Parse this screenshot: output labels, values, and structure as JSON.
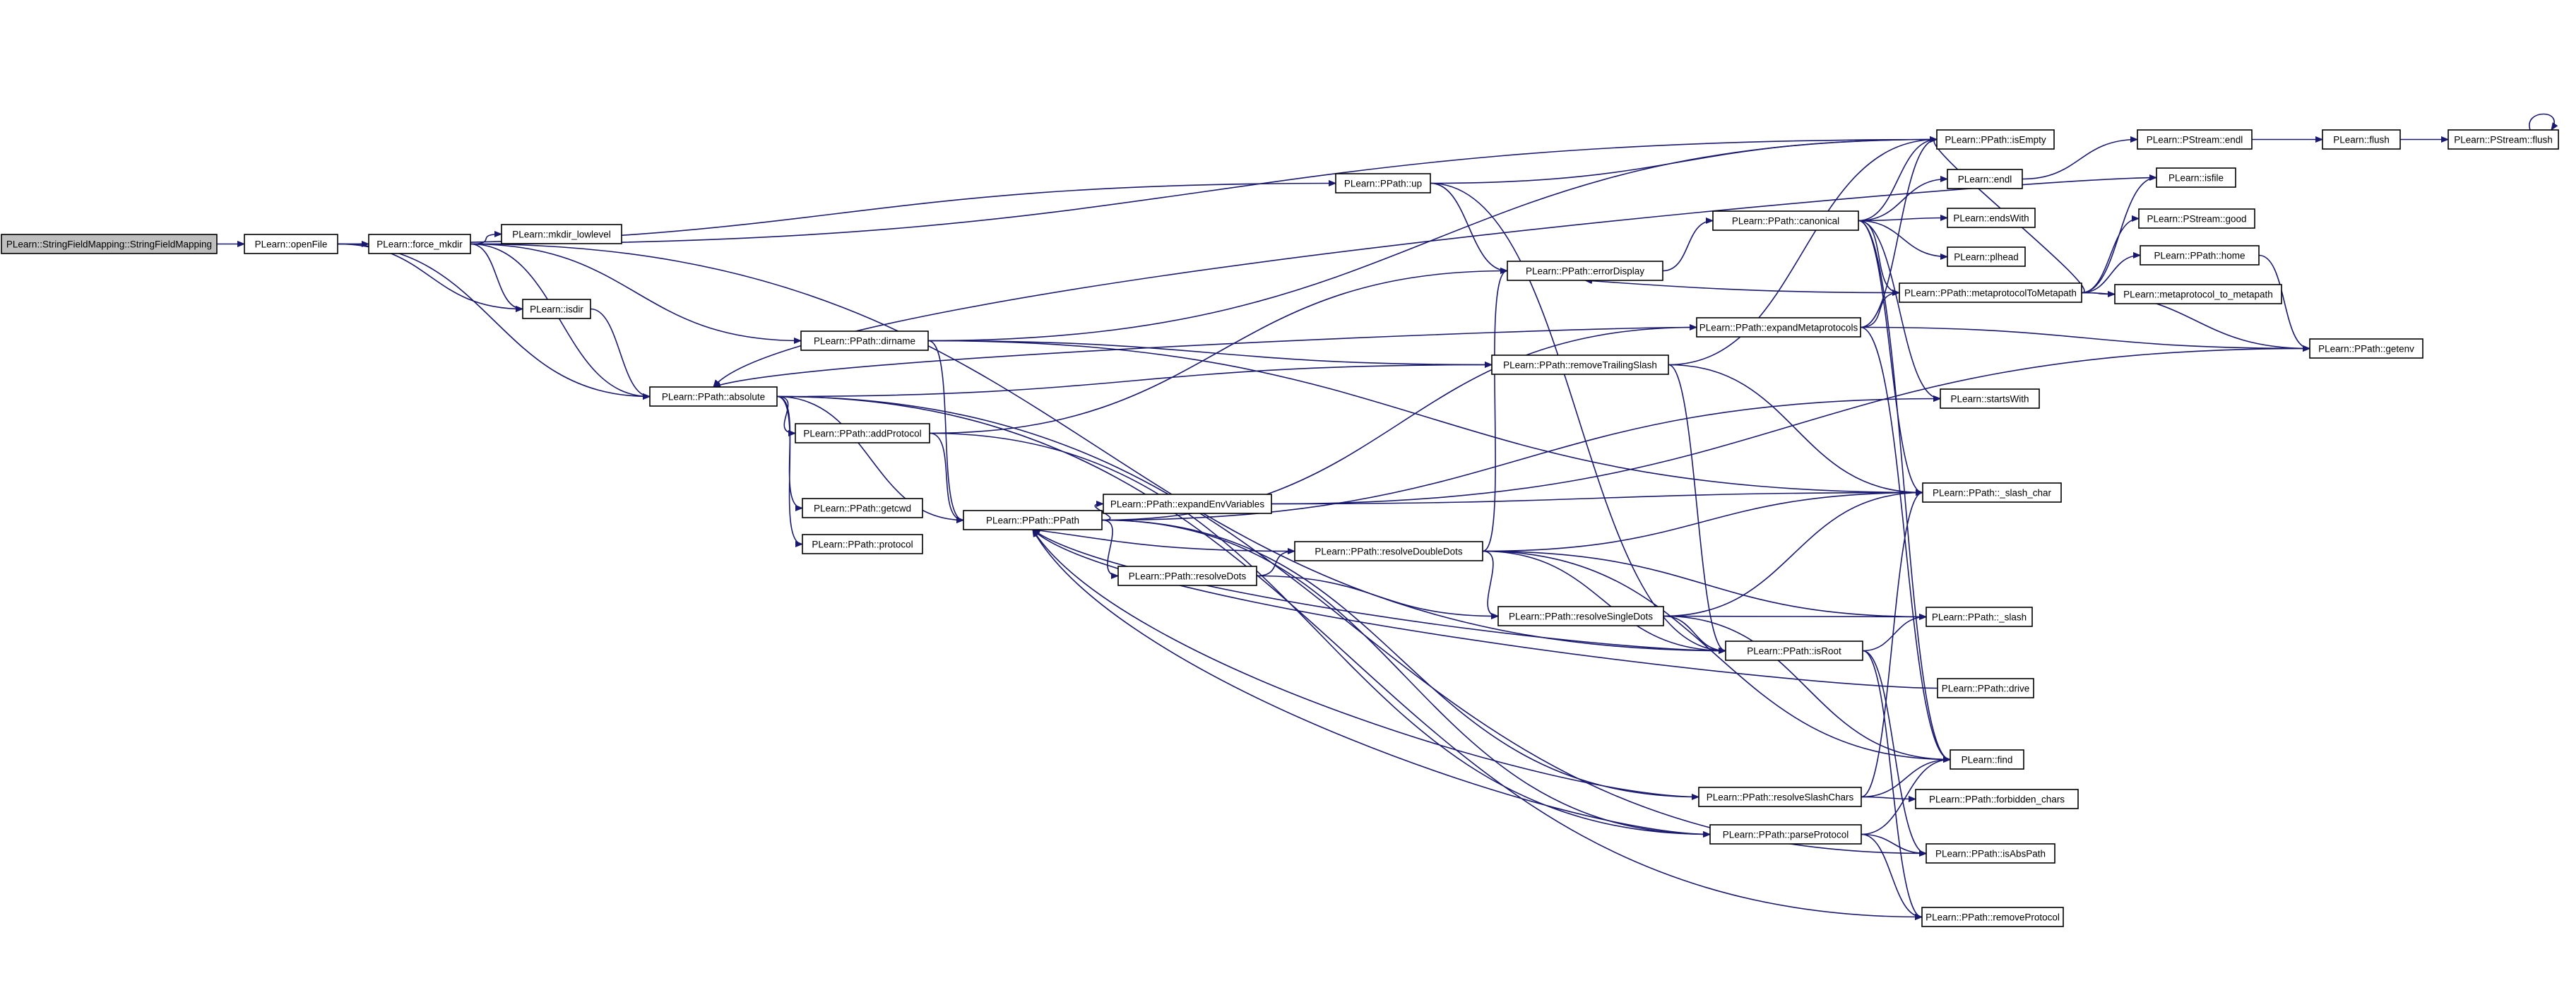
{
  "nodes": [
    {
      "id": "n0",
      "label": "PLearn::StringFieldMapping::StringFieldMapping"
    },
    {
      "id": "n1",
      "label": "PLearn::openFile"
    },
    {
      "id": "n2",
      "label": "PLearn::force_mkdir"
    },
    {
      "id": "n3",
      "label": "PLearn::mkdir_lowlevel"
    },
    {
      "id": "n4",
      "label": "PLearn::isdir"
    },
    {
      "id": "n5",
      "label": "PLearn::PPath::absolute"
    },
    {
      "id": "n6",
      "label": "PLearn::PPath::dirname"
    },
    {
      "id": "n7",
      "label": "PLearn::PPath::addProtocol"
    },
    {
      "id": "n8",
      "label": "PLearn::PPath::getcwd"
    },
    {
      "id": "n9",
      "label": "PLearn::PPath::protocol"
    },
    {
      "id": "n10",
      "label": "PLearn::PPath::PPath"
    },
    {
      "id": "n11",
      "label": "PLearn::PPath::expandEnvVariables"
    },
    {
      "id": "n12",
      "label": "PLearn::PPath::resolveDots"
    },
    {
      "id": "n13",
      "label": "PLearn::PPath::resolveDoubleDots"
    },
    {
      "id": "n14",
      "label": "PLearn::PPath::up"
    },
    {
      "id": "n15",
      "label": "PLearn::PPath::errorDisplay"
    },
    {
      "id": "n16",
      "label": "PLearn::PPath::removeTrailingSlash"
    },
    {
      "id": "n17",
      "label": "PLearn::PPath::resolveSingleDots"
    },
    {
      "id": "n18",
      "label": "PLearn::PPath::isRoot"
    },
    {
      "id": "n19",
      "label": "PLearn::PPath::canonical"
    },
    {
      "id": "n20",
      "label": "PLearn::PPath::expandMetaprotocols"
    },
    {
      "id": "n21",
      "label": "PLearn::PPath::resolveSlashChars"
    },
    {
      "id": "n22",
      "label": "PLearn::PPath::parseProtocol"
    },
    {
      "id": "n23",
      "label": "PLearn::PPath::isEmpty"
    },
    {
      "id": "n24",
      "label": "PLearn::endl"
    },
    {
      "id": "n25",
      "label": "PLearn::endsWith"
    },
    {
      "id": "n26",
      "label": "PLearn::plhead"
    },
    {
      "id": "n27",
      "label": "PLearn::PPath::metaprotocolToMetapath"
    },
    {
      "id": "n28",
      "label": "PLearn::startsWith"
    },
    {
      "id": "n29",
      "label": "PLearn::PPath::_slash_char"
    },
    {
      "id": "n30",
      "label": "PLearn::PPath::_slash"
    },
    {
      "id": "n31",
      "label": "PLearn::PPath::drive"
    },
    {
      "id": "n32",
      "label": "PLearn::find"
    },
    {
      "id": "n33",
      "label": "PLearn::PPath::forbidden_chars"
    },
    {
      "id": "n34",
      "label": "PLearn::PPath::isAbsPath"
    },
    {
      "id": "n35",
      "label": "PLearn::PPath::removeProtocol"
    },
    {
      "id": "n36",
      "label": "PLearn::PStream::endl"
    },
    {
      "id": "n37",
      "label": "PLearn::flush"
    },
    {
      "id": "n38",
      "label": "PLearn::PStream::flush"
    },
    {
      "id": "n39",
      "label": "PLearn::isfile"
    },
    {
      "id": "n40",
      "label": "PLearn::PStream::good"
    },
    {
      "id": "n41",
      "label": "PLearn::PPath::home"
    },
    {
      "id": "n42",
      "label": "PLearn::metaprotocol_to_metapath"
    },
    {
      "id": "n43",
      "label": "PLearn::PPath::getenv"
    }
  ],
  "edges": [
    [
      "n0",
      "n1"
    ],
    [
      "n1",
      "n2"
    ],
    [
      "n1",
      "n4"
    ],
    [
      "n1",
      "n5"
    ],
    [
      "n1",
      "n14"
    ],
    [
      "n2",
      "n3"
    ],
    [
      "n2",
      "n4"
    ],
    [
      "n2",
      "n5"
    ],
    [
      "n2",
      "n6"
    ],
    [
      "n2",
      "n18"
    ],
    [
      "n2",
      "n23"
    ],
    [
      "n4",
      "n5"
    ],
    [
      "n5",
      "n7"
    ],
    [
      "n5",
      "n8"
    ],
    [
      "n5",
      "n9"
    ],
    [
      "n5",
      "n10"
    ],
    [
      "n5",
      "n16"
    ],
    [
      "n5",
      "n34"
    ],
    [
      "n5",
      "n35"
    ],
    [
      "n6",
      "n10"
    ],
    [
      "n6",
      "n16"
    ],
    [
      "n6",
      "n23"
    ],
    [
      "n6",
      "n29"
    ],
    [
      "n7",
      "n10"
    ],
    [
      "n7",
      "n15"
    ],
    [
      "n7",
      "n22"
    ],
    [
      "n10",
      "n11"
    ],
    [
      "n10",
      "n12"
    ],
    [
      "n10",
      "n20"
    ],
    [
      "n10",
      "n21"
    ],
    [
      "n10",
      "n22"
    ],
    [
      "n10",
      "n28"
    ],
    [
      "n11",
      "n29"
    ],
    [
      "n11",
      "n43"
    ],
    [
      "n12",
      "n13"
    ],
    [
      "n12",
      "n17"
    ],
    [
      "n13",
      "n10"
    ],
    [
      "n13",
      "n15"
    ],
    [
      "n13",
      "n17"
    ],
    [
      "n13",
      "n18"
    ],
    [
      "n13",
      "n29"
    ],
    [
      "n13",
      "n30"
    ],
    [
      "n13",
      "n32"
    ],
    [
      "n14",
      "n15"
    ],
    [
      "n14",
      "n18"
    ],
    [
      "n14",
      "n23"
    ],
    [
      "n15",
      "n19"
    ],
    [
      "n16",
      "n18"
    ],
    [
      "n16",
      "n23"
    ],
    [
      "n16",
      "n29"
    ],
    [
      "n17",
      "n18"
    ],
    [
      "n17",
      "n29"
    ],
    [
      "n17",
      "n30"
    ],
    [
      "n17",
      "n32"
    ],
    [
      "n18",
      "n10"
    ],
    [
      "n18",
      "n30"
    ],
    [
      "n18",
      "n34"
    ],
    [
      "n18",
      "n35"
    ],
    [
      "n19",
      "n23"
    ],
    [
      "n19",
      "n24"
    ],
    [
      "n19",
      "n25"
    ],
    [
      "n19",
      "n26"
    ],
    [
      "n19",
      "n27"
    ],
    [
      "n19",
      "n28"
    ],
    [
      "n19",
      "n29"
    ],
    [
      "n19",
      "n32"
    ],
    [
      "n20",
      "n5"
    ],
    [
      "n20",
      "n23"
    ],
    [
      "n20",
      "n27"
    ],
    [
      "n20",
      "n32"
    ],
    [
      "n20",
      "n43"
    ],
    [
      "n21",
      "n10"
    ],
    [
      "n21",
      "n29"
    ],
    [
      "n21",
      "n32"
    ],
    [
      "n21",
      "n33"
    ],
    [
      "n22",
      "n10"
    ],
    [
      "n22",
      "n32"
    ],
    [
      "n22",
      "n34"
    ],
    [
      "n22",
      "n35"
    ],
    [
      "n24",
      "n36"
    ],
    [
      "n27",
      "n15"
    ],
    [
      "n27",
      "n23"
    ],
    [
      "n27",
      "n39"
    ],
    [
      "n27",
      "n40"
    ],
    [
      "n27",
      "n41"
    ],
    [
      "n27",
      "n42"
    ],
    [
      "n27",
      "n43"
    ],
    [
      "n31",
      "n10"
    ],
    [
      "n36",
      "n37"
    ],
    [
      "n37",
      "n38"
    ],
    [
      "n38",
      "n38"
    ],
    [
      "n39",
      "n5"
    ],
    [
      "n41",
      "n43"
    ]
  ]
}
